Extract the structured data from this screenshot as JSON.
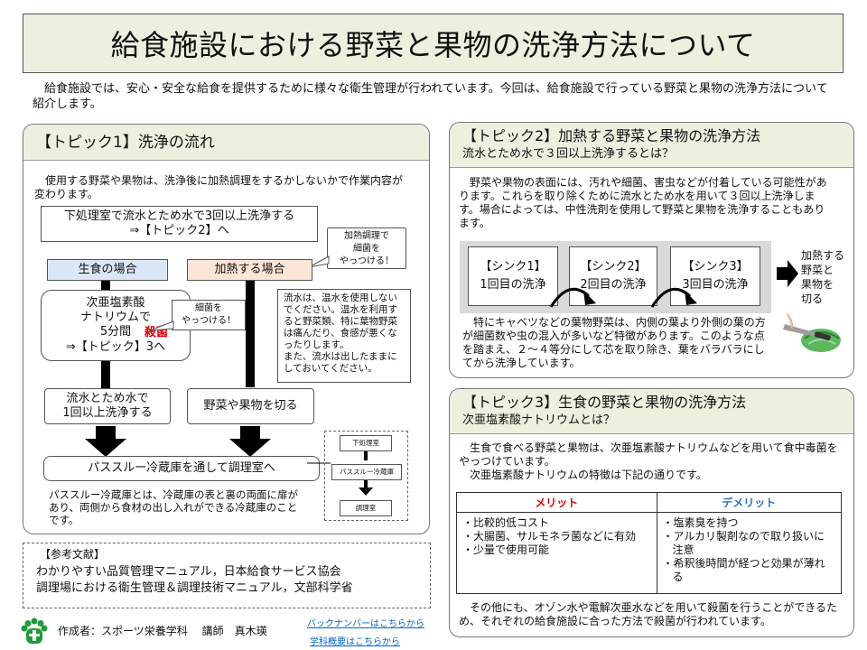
{
  "title": "給食施設における野菜と果物の洗浄方法について",
  "intro": "　給食施設では、安心・安全な給食を提供するために様々な衛生管理が行われています。今回は、給食施設で行っている野菜と果物の洗浄方法について紹介します。",
  "topic1": {
    "header": "【トピック1】洗浄の流れ",
    "description": "　使用する野菜や果物は、洗浄後に加熱調理をするかしないかで作業内容が変わります。",
    "prewash": "下処理室で流水とため水で3回以上洗浄する\n⇒【トピック2】へ",
    "bubble_heat": "加熱調理で\n細菌を\nやっつける！",
    "raw_label": "生食の場合",
    "heated_label": "加熱する場合",
    "sodium_pre": "次亜塩素酸\nナトリウムで\n5分間",
    "sodium_red": "殺菌",
    "sodium_post": "⇒【トピック】3へ",
    "bubble_bact": "細菌を\nやっつける！",
    "water_note": "流水は、温水を使用しないでください。温水を利用すると野菜類、特に葉物野菜は痛んだり、食感が悪くなったりします。\nまた、流水は出したままにしておいてください。",
    "rinse": "流水とため水で\n1回以上洗浄する",
    "cut": "野菜や果物を切る",
    "passthrough": "パススルー冷蔵庫を通して調理室へ",
    "passthrough_note": "パススルー冷蔵庫とは、冷蔵庫の表と裏の両面に扉があり、両側から食材の出し入れができる冷蔵庫のことです。",
    "mini_flow": [
      "下処理室",
      "パススルー冷蔵庫",
      "調理室"
    ]
  },
  "refs": {
    "header": "【参考文献】",
    "items": [
      "わかりやすい品質管理マニュアル，日本給食サービス協会",
      "調理場における衛生管理＆調理技術マニュアル，文部科学省"
    ]
  },
  "footer": {
    "author": "作成者：スポーツ栄養学科　 講師　真木瑛",
    "link_backnumber": "バックナンバーはこちらから",
    "link_overview": "学科概要はこちらから"
  },
  "topic2": {
    "header": "【トピック2】加熱する野菜と果物の洗浄方法",
    "sub": "流水とため水で３回以上洗浄するとは？",
    "description": "　野菜や果物の表面には、汚れや細菌、害虫などが付着している可能性があります。これらを取り除くために流水とため水を用いて３回以上洗浄します。場合によっては、中性洗剤を使用して野菜と果物を洗浄することもあります。",
    "sinks": [
      {
        "name": "【シンク1】",
        "step": "1回目の洗浄"
      },
      {
        "name": "【シンク2】",
        "step": "2回目の洗浄"
      },
      {
        "name": "【シンク3】",
        "step": "3回目の洗浄"
      }
    ],
    "result": "加熱する\n野菜と\n果物を\n切る",
    "note": "　特にキャベツなどの葉物野菜は、内側の葉より外側の葉の方が細菌数や虫の混入が多いなど特徴があります。このような点を踏まえ、２～４等分にして芯を取り除き、葉をバラバラにしてから洗浄しています。"
  },
  "topic3": {
    "header": "【トピック3】生食の野菜と果物の洗浄方法",
    "sub": "次亜塩素酸ナトリウムとは？",
    "description": "　生食で食べる野菜と果物は、次亜塩素酸ナトリウムなどを用いて食中毒菌をやっつけています。\n　次亜塩素酸ナトリウムの特徴は下記の通りです。",
    "merit_header": "メリット",
    "demerit_header": "デメリット",
    "merits": [
      "・比較的低コスト",
      "・大腸菌、サルモネラ菌などに有効",
      "・少量で使用可能"
    ],
    "demerits": [
      "・塩素臭を持つ",
      "・アルカリ製剤なので取り扱いに注意",
      "・希釈後時間が経つと効果が薄れる"
    ],
    "footer": "　その他にも、オゾン水や電解次亜水などを用いて殺菌を行うことができるため、それぞれの給食施設に合った方法で殺菌が行われています。"
  },
  "colors": {
    "panel_head": "#ebf1de",
    "raw_fill": "#dae7f6",
    "heated_fill": "#fbe5d6",
    "alert_red": "#e00000",
    "merit_red": "#e00000",
    "demerit_blue": "#2f6fbf",
    "logo_green": "#1f9a3a"
  }
}
